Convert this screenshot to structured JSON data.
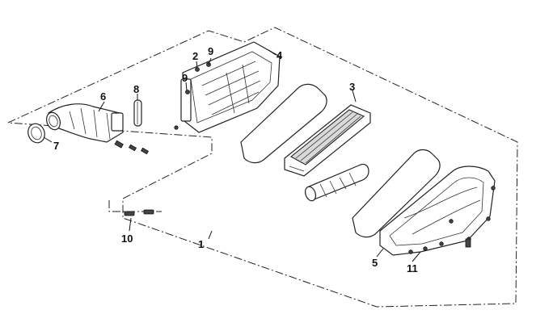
{
  "diagram": {
    "callouts": {
      "c1": "1",
      "c2": "2",
      "c3": "3",
      "c4": "4",
      "c5": "5",
      "c6": "6",
      "c7": "7",
      "c8": "8",
      "c9a": "9",
      "c9b": "9",
      "c10": "10",
      "c11": "11"
    }
  }
}
